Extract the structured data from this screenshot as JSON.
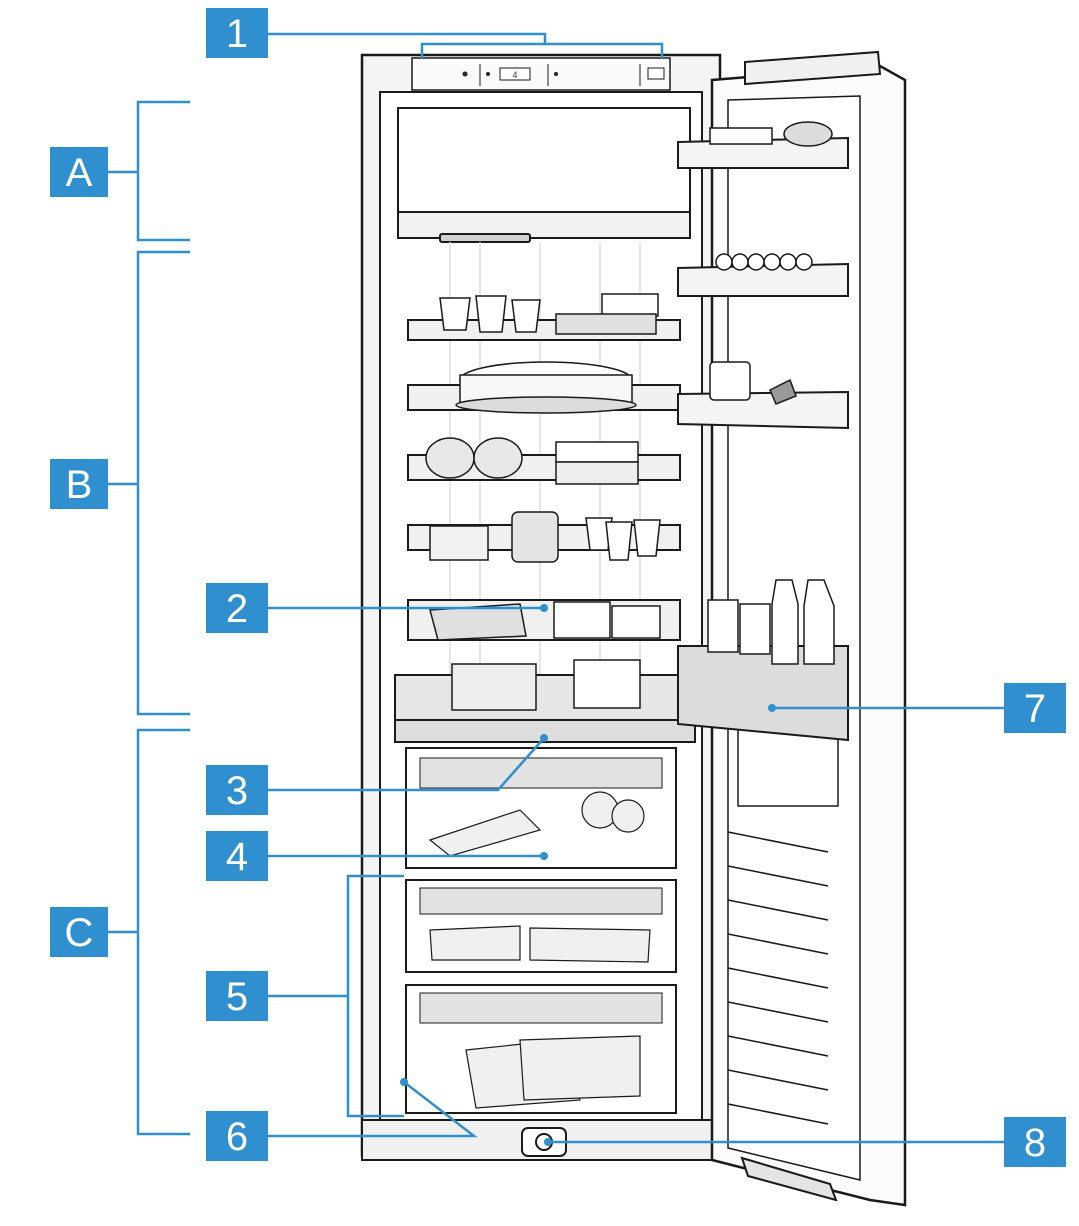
{
  "colors": {
    "accent": "#2f8fcf",
    "badge_text": "#ffffff",
    "outline": "#1a1a1a",
    "shade": "#bdbdbd",
    "light_shade": "#e8e8e8"
  },
  "control_panel": {
    "display_value": "4"
  },
  "section_labels": {
    "a": "A",
    "b": "B",
    "c": "C"
  },
  "callouts": {
    "c1": "1",
    "c2": "2",
    "c3": "3",
    "c4": "4",
    "c5": "5",
    "c6": "6",
    "c7": "7",
    "c8": "8"
  }
}
